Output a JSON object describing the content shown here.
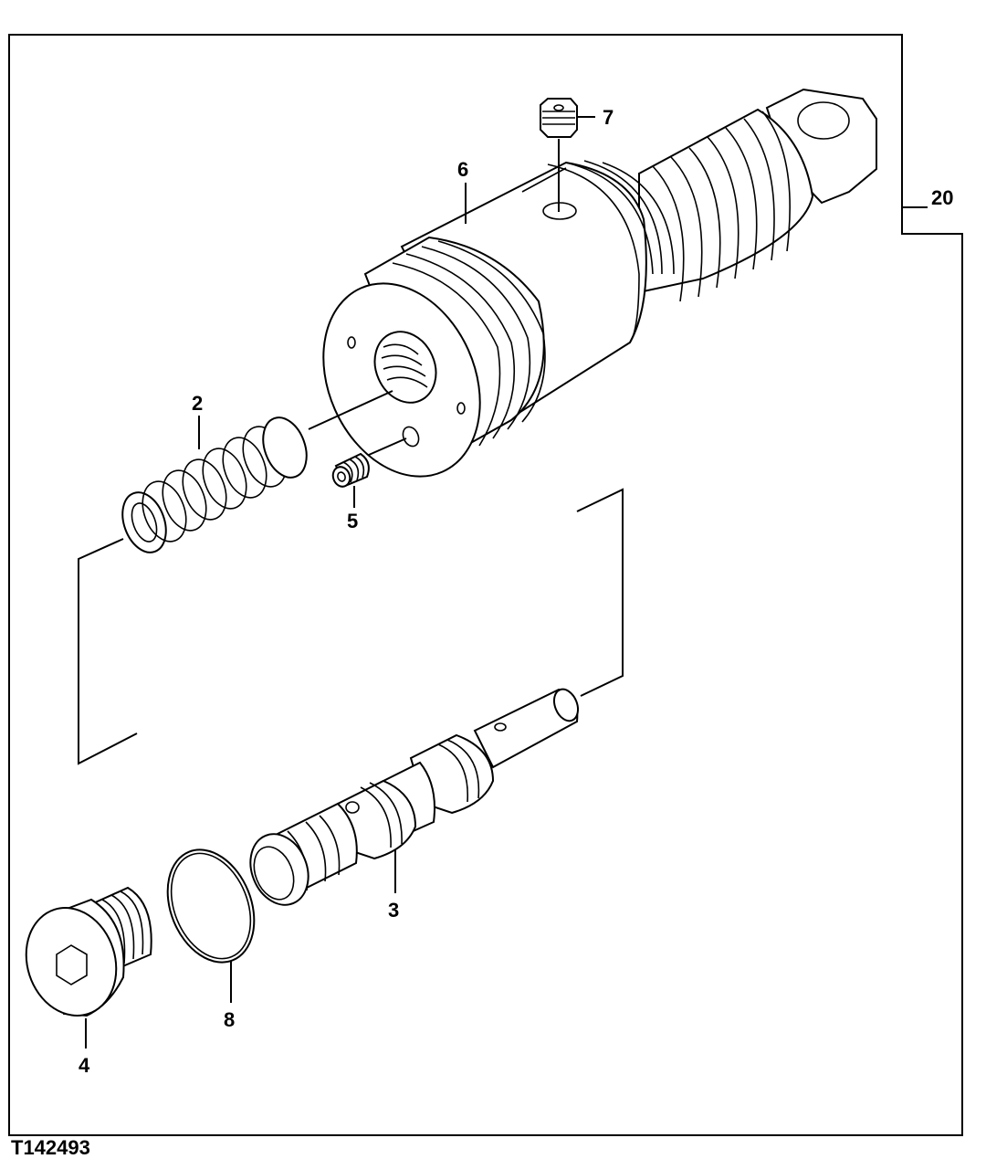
{
  "figure_id": "T142493",
  "assembly_callout": "20",
  "callouts": {
    "c2": "2",
    "c3": "3",
    "c4": "4",
    "c5": "5",
    "c6": "6",
    "c7": "7",
    "c8": "8"
  }
}
